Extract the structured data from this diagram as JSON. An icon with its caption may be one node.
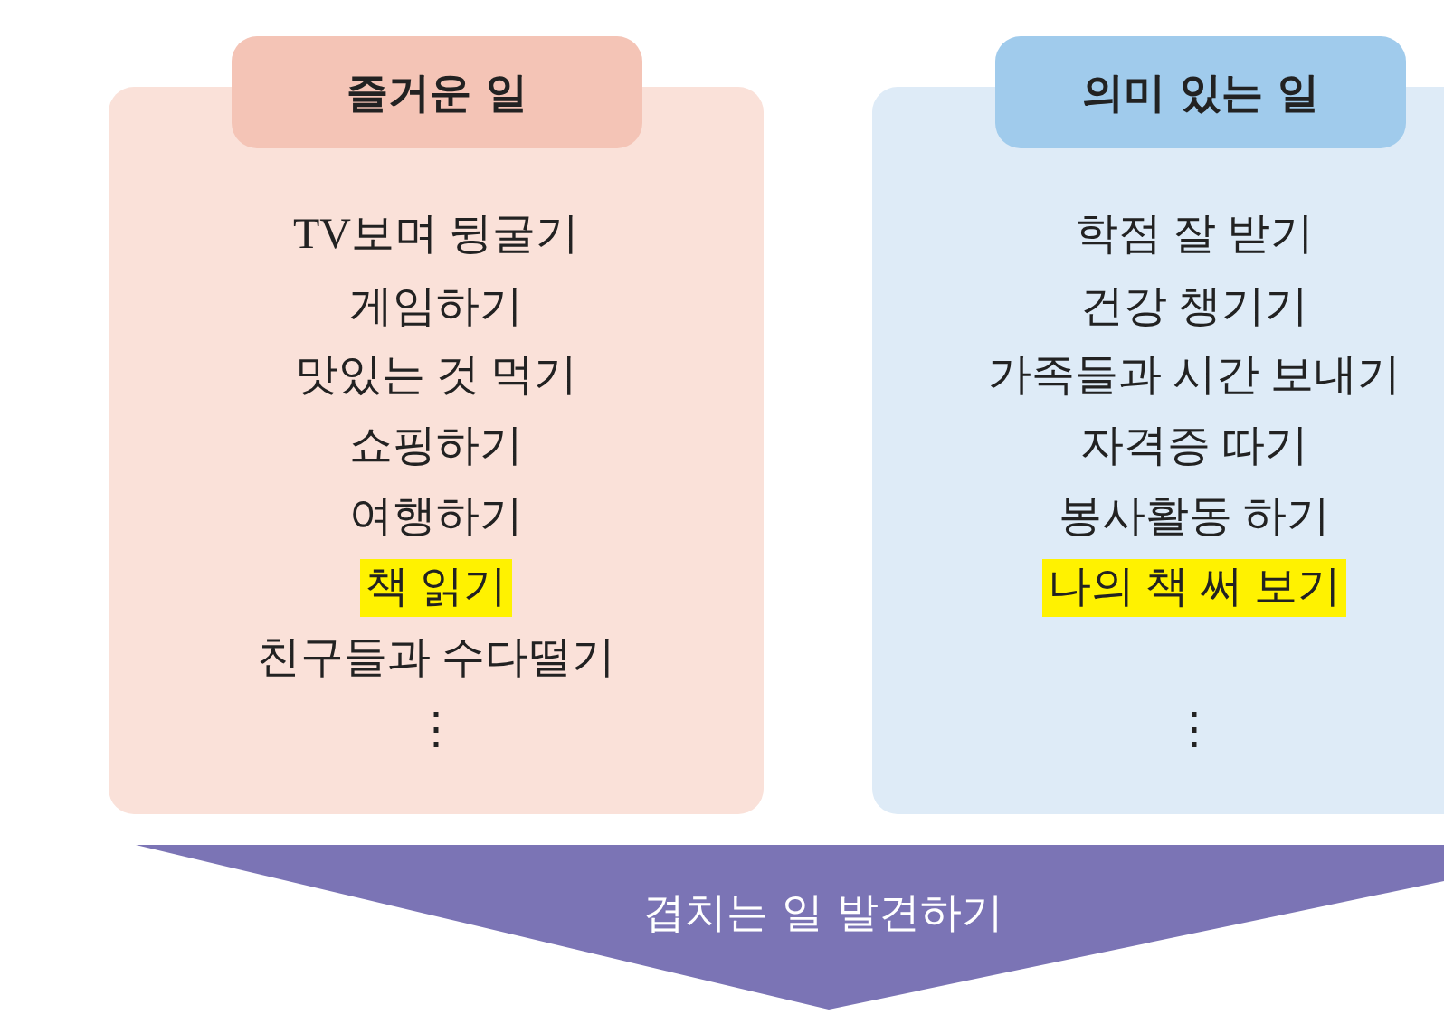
{
  "diagram": {
    "nodes": [
      {
        "text": [
          "즐거운 일"
        ]
      },
      {
        "text": [
          "TV보며 뒹굴기",
          "게임하기",
          "맛있는 것 먹기",
          "쇼핑하기",
          "여행하기",
          "책 읽기",
          "친구들과 수다떨기",
          "⋮"
        ]
      },
      {
        "text": [
          "의미 있는 일"
        ]
      },
      {
        "text": [
          "학점 잘 받기",
          "건강 챙기기",
          "가족들과 시간 보내기",
          "자격증 따기",
          "봉사활동 하기",
          "나의 책 써 보기",
          "⋮"
        ]
      },
      {
        "text": [
          "겹치는 일 발견하기"
        ]
      }
    ]
  }
}
